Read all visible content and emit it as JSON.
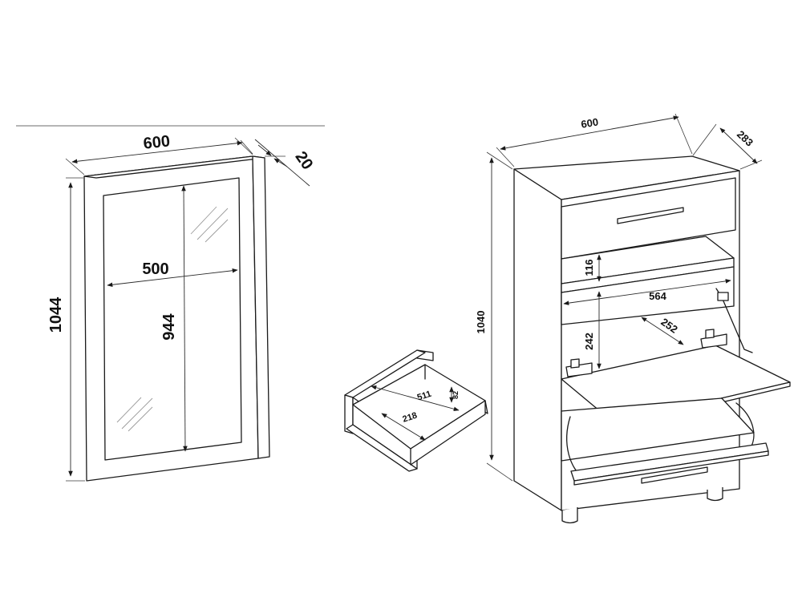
{
  "mirror": {
    "width_label": "600",
    "depth_label": "20",
    "height_label": "1044",
    "glass_width_label": "500",
    "glass_height_label": "944"
  },
  "drawer": {
    "length_label": "511",
    "width_label": "218",
    "height_label": "82"
  },
  "cabinet": {
    "width_label": "600",
    "depth_label": "283",
    "height_label": "1040",
    "gap_label": "116",
    "inner_width_label": "564",
    "compartment_label": "242",
    "flap_label": "252"
  }
}
